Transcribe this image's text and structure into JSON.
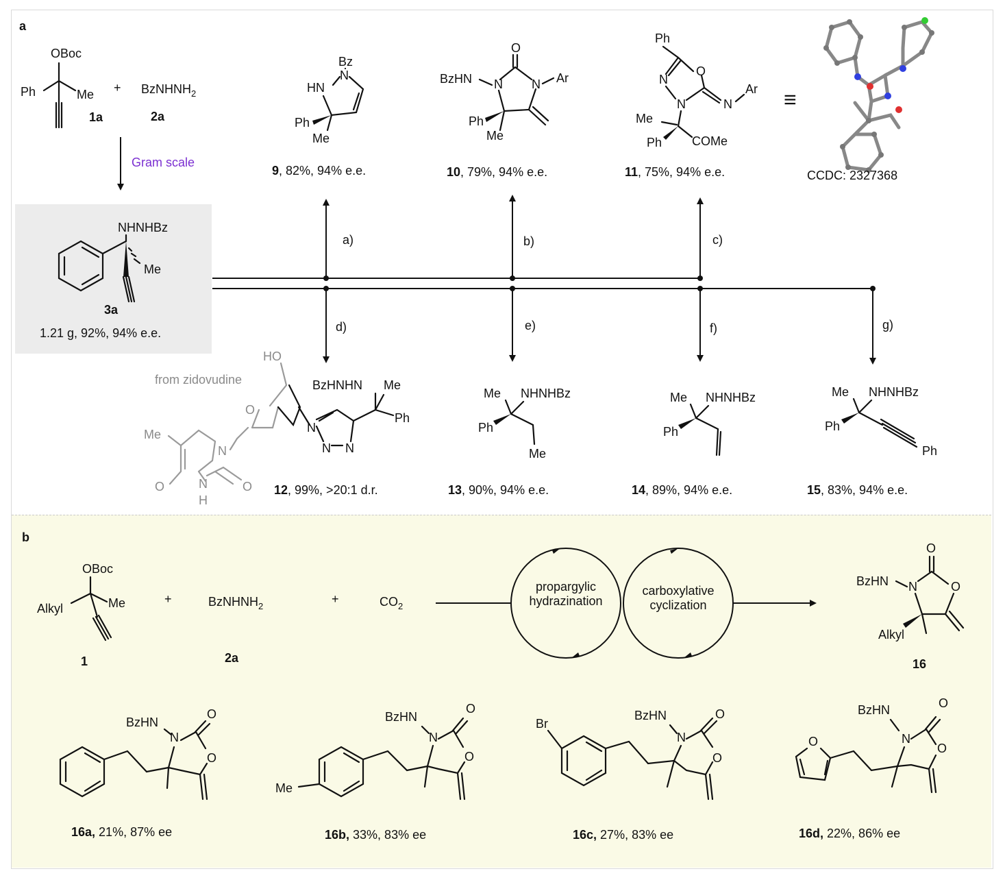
{
  "panel_labels": {
    "a": "a",
    "b": "b"
  },
  "panel_a": {
    "start": {
      "sm1": {
        "obOc": "OBoc",
        "ph": "Ph",
        "me": "Me",
        "id": "1a"
      },
      "plus": "+",
      "sm2": {
        "formula": "BzNHNH",
        "sub": "2",
        "id": "2a"
      },
      "scale_label": "Gram scale"
    },
    "central": {
      "nh": "NHNHBz",
      "me": "Me",
      "id": "3a",
      "yield": "1.21 g, 92%, 94% e.e."
    },
    "conditions": {
      "a": "a)",
      "b": "b)",
      "c": "c)",
      "d": "d)",
      "e": "e)",
      "f": "f)",
      "g": "g)"
    },
    "products_top": {
      "p9": {
        "bz": "Bz",
        "n": "N",
        "hn": "HN",
        "ph": "Ph",
        "me": "Me",
        "id": "9",
        "yield": ", 82%, 94% e.e."
      },
      "p10": {
        "o": "O",
        "bzhn": "BzHN",
        "n1": "N",
        "n2": "N",
        "ar": "Ar",
        "ph": "Ph",
        "me": "Me",
        "id": "10",
        "yield": ", 79%, 94% e.e."
      },
      "p11": {
        "ph": "Ph",
        "o": "O",
        "n1": "N",
        "n2": "N",
        "n3": "N",
        "ar": "Ar",
        "me": "Me",
        "ph2": "Ph",
        "come": "COMe",
        "id": "11",
        "yield": ", 75%, 94% e.e."
      },
      "xray": {
        "equiv": "≡",
        "ccdc": "CCDC: 2327368"
      }
    },
    "products_bottom": {
      "p12": {
        "from": "from zidovudine",
        "ho": "HO",
        "o": "O",
        "me_grey": "Me",
        "n_ring": "N",
        "o1": "O",
        "nh": "N",
        "h": "H",
        "o2": "O",
        "bzhnhn": "BzHNHN",
        "me": "Me",
        "ph": "Ph",
        "n1": "N",
        "n2": "N",
        "n3": "N",
        "id": "12",
        "yield": ", 99%, >20:1 d.r."
      },
      "p13": {
        "me": "Me",
        "nh": "NHNHBz",
        "ph": "Ph",
        "me2": "Me",
        "id": "13",
        "yield": ", 90%, 94% e.e."
      },
      "p14": {
        "me": "Me",
        "nh": "NHNHBz",
        "ph": "Ph",
        "id": "14",
        "yield": ", 89%, 94% e.e."
      },
      "p15": {
        "me": "Me",
        "nh": "NHNHBz",
        "ph": "Ph",
        "ph2": "Ph",
        "id": "15",
        "yield": ", 83%, 94% e.e."
      }
    }
  },
  "panel_b": {
    "reactant1": {
      "oboc": "OBoc",
      "alkyl": "Alkyl",
      "me": "Me",
      "id": "1"
    },
    "plus1": "+",
    "reactant2": {
      "formula": "BzNHNH",
      "sub": "2",
      "id": "2a"
    },
    "plus2": "+",
    "reactant3": {
      "formula": "CO",
      "sub": "2"
    },
    "cycle1": [
      "propargylic",
      "hydrazination"
    ],
    "cycle2": [
      "carboxylative",
      "cyclization"
    ],
    "product": {
      "o": "O",
      "bzhn": "BzHN",
      "n": "N",
      "o2": "O",
      "alkyl": "Alkyl",
      "id": "16"
    },
    "examples": [
      {
        "bzhn": "BzHN",
        "n": "N",
        "o": "O",
        "o2": "O",
        "sub": "",
        "id": "16a,",
        "yield": " 21%, 87% ee"
      },
      {
        "bzhn": "BzHN",
        "n": "N",
        "o": "O",
        "o2": "O",
        "sub": "Me",
        "id": "16b,",
        "yield": " 33%, 83% ee"
      },
      {
        "bzhn": "BzHN",
        "n": "N",
        "o": "O",
        "o2": "O",
        "sub": "Br",
        "id": "16c,",
        "yield": " 27%, 83% ee"
      },
      {
        "bzhn": "BzHN",
        "n": "N",
        "o": "O",
        "o2": "O",
        "sub": "O",
        "id": "16d,",
        "yield": " 22%, 86% ee"
      }
    ]
  },
  "colors": {
    "purple": "#7b2fd1",
    "grey": "#8a8a8a",
    "panel_b_bg": "#fafae6",
    "central_box": "#ececec"
  }
}
